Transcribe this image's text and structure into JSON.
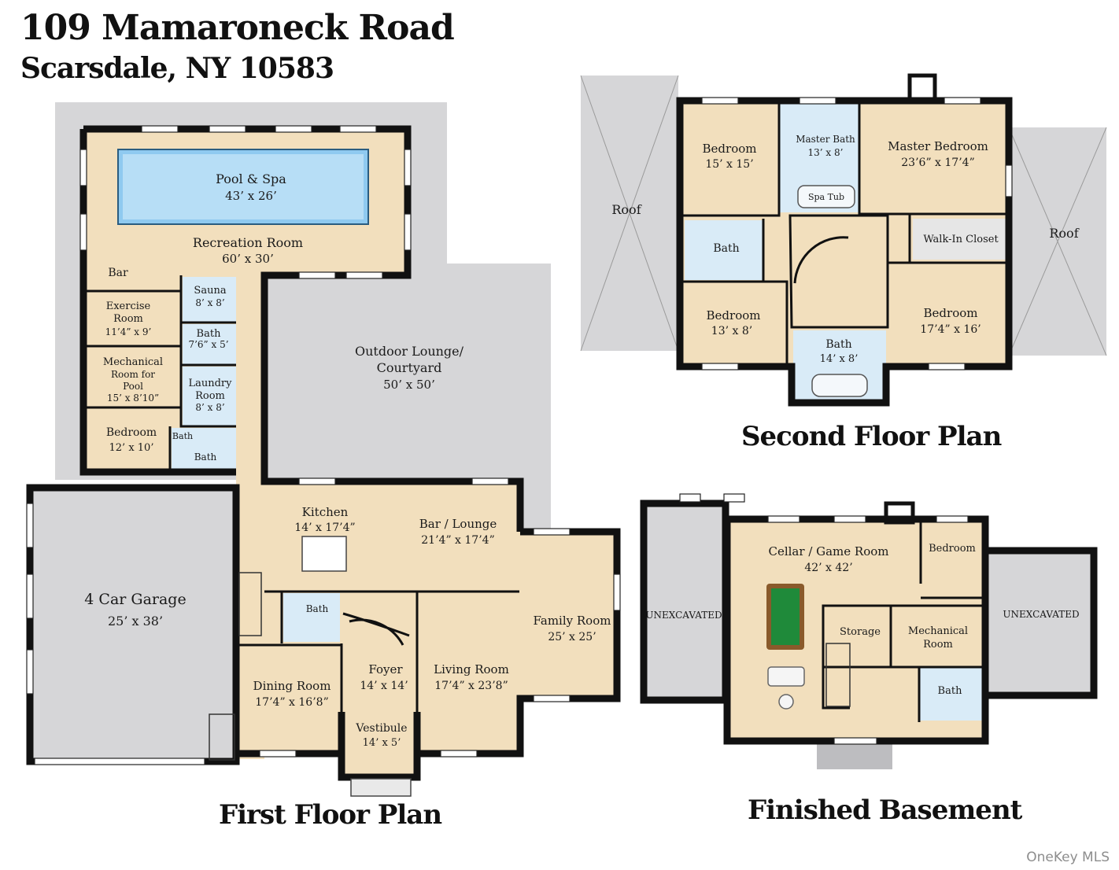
{
  "header": {
    "address": "109 Mamaroneck Road",
    "city": "Scarsdale, NY 10583"
  },
  "first_floor": {
    "title": "First Floor Plan",
    "rooms": {
      "pool": {
        "name": "Pool & Spa",
        "size": "43’ x 26’"
      },
      "recreation": {
        "name": "Recreation Room",
        "size": "60’ x 30’"
      },
      "bar_small": {
        "name": "Bar"
      },
      "exercise": {
        "name1": "Exercise",
        "name2": "Room",
        "size": "11’4” x 9’"
      },
      "sauna": {
        "name": "Sauna",
        "size": "8’ x 8’"
      },
      "bath_a": {
        "name": "Bath",
        "size": "7’6” x 5’"
      },
      "mechanical": {
        "name1": "Mechanical",
        "name2": "Room for",
        "name3": "Pool",
        "size": "15’ x 8’10”"
      },
      "laundry": {
        "name1": "Laundry",
        "name2": "Room",
        "size": "8’ x 8’"
      },
      "bedroom": {
        "name": "Bedroom",
        "size": "12’ x 10’"
      },
      "bath_b": {
        "name": "Bath"
      },
      "bath_c": {
        "name": "Bath"
      },
      "outdoor": {
        "name1": "Outdoor Lounge/",
        "name2": "Courtyard",
        "size": "50’ x 50’"
      },
      "garage": {
        "name": "4 Car Garage",
        "size": "25’ x 38’"
      },
      "kitchen": {
        "name": "Kitchen",
        "size": "14’ x 17’4”"
      },
      "bar_lounge": {
        "name": "Bar / Lounge",
        "size": "21’4” x 17’4”"
      },
      "family": {
        "name": "Family Room",
        "size": "25’ x 25’"
      },
      "bath_d": {
        "name": "Bath"
      },
      "dining": {
        "name": "Dining Room",
        "size": "17’4” x 16’8”"
      },
      "foyer": {
        "name": "Foyer",
        "size": "14’ x 14’"
      },
      "living": {
        "name": "Living Room",
        "size": "17’4” x 23’8”"
      },
      "vestibule": {
        "name": "Vestibule",
        "size": "14’ x 5’"
      }
    }
  },
  "second_floor": {
    "title": "Second Floor Plan",
    "rooms": {
      "roof_left": {
        "name": "Roof"
      },
      "roof_right": {
        "name": "Roof"
      },
      "bedroom1": {
        "name": "Bedroom",
        "size": "15’ x 15’"
      },
      "master_bath": {
        "name": "Master Bath",
        "size": "13’ x 8’"
      },
      "spa_tub": {
        "name": "Spa Tub"
      },
      "master_bedroom": {
        "name": "Master Bedroom",
        "size": "23’6” x 17’4”"
      },
      "bath1": {
        "name": "Bath"
      },
      "walk_in": {
        "name": "Walk-In Closet"
      },
      "bedroom2": {
        "name": "Bedroom",
        "size": "13’ x 8’"
      },
      "bath2": {
        "name": "Bath",
        "size": "14’ x 8’"
      },
      "bedroom3": {
        "name": "Bedroom",
        "size": "17’4” x 16’"
      }
    }
  },
  "basement": {
    "title": "Finished Basement",
    "rooms": {
      "unexcavated_left": {
        "name": "UNEXCAVATED"
      },
      "unexcavated_right": {
        "name": "UNEXCAVATED"
      },
      "cellar": {
        "name": "Cellar / Game Room",
        "size": "42’ x 42’"
      },
      "bedroom": {
        "name": "Bedroom"
      },
      "storage": {
        "name": "Storage"
      },
      "mechanical": {
        "name1": "Mechanical",
        "name2": "Room"
      },
      "bath": {
        "name": "Bath"
      }
    }
  },
  "watermark": "OneKey MLS",
  "colors": {
    "floor": "#f2dfbd",
    "tile": "#d9ebf7",
    "pool": "#8fcaf0",
    "grey": "#d6d6d8",
    "wall": "#111111",
    "billiard": "#1f8a3a"
  }
}
